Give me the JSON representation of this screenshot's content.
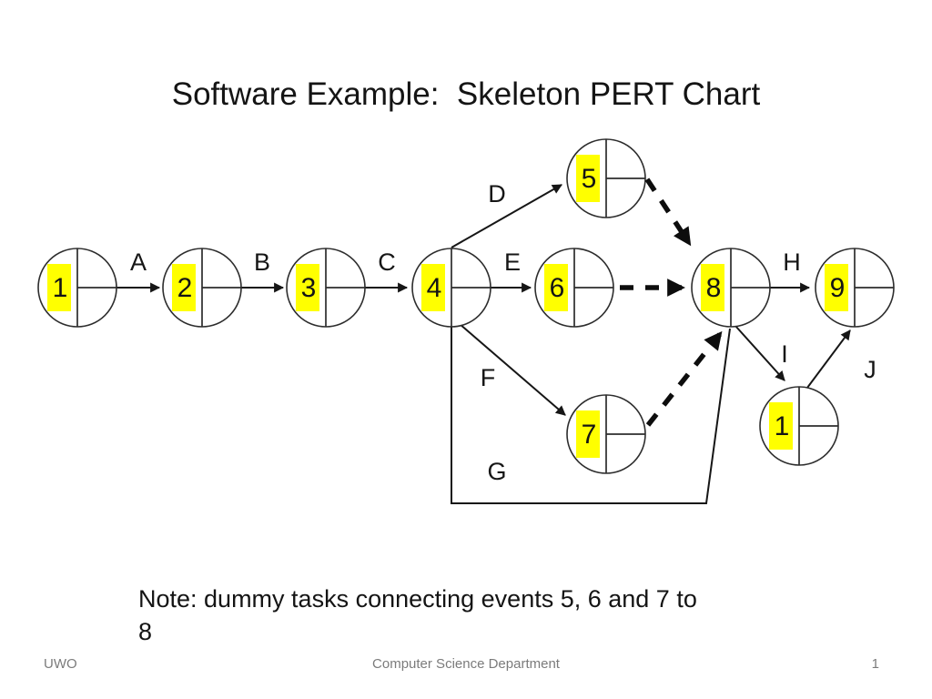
{
  "slide": {
    "title": "Software Example:  Skeleton PERT Chart",
    "note": {
      "lines": [
        "Note: dummy tasks connecting events 5, 6 and 7 to",
        "8"
      ]
    },
    "footer": {
      "left": "UWO",
      "center": "Computer Science Department",
      "page_number": "1"
    }
  },
  "diagram": {
    "type": "pert-chart",
    "nodes": [
      {
        "label": "1"
      },
      {
        "label": "2"
      },
      {
        "label": "3"
      },
      {
        "label": "4"
      },
      {
        "label": "5"
      },
      {
        "label": "6"
      },
      {
        "label": "7"
      },
      {
        "label": "8"
      },
      {
        "label": "9"
      },
      {
        "label": "1"
      }
    ],
    "edges": [
      {
        "label": "A",
        "from": "1",
        "to": "2",
        "type": "task"
      },
      {
        "label": "B",
        "from": "2",
        "to": "3",
        "type": "task"
      },
      {
        "label": "C",
        "from": "3",
        "to": "4",
        "type": "task"
      },
      {
        "label": "D",
        "from": "4",
        "to": "5",
        "type": "task"
      },
      {
        "label": "E",
        "from": "4",
        "to": "6",
        "type": "task"
      },
      {
        "label": "F",
        "from": "4",
        "to": "7",
        "type": "task"
      },
      {
        "label": "G",
        "from": "4",
        "to": "8",
        "type": "task"
      },
      {
        "label": "H",
        "from": "8",
        "to": "9",
        "type": "task"
      },
      {
        "label": "I",
        "from": "8",
        "to": "10",
        "type": "task"
      },
      {
        "label": "J",
        "from": "10",
        "to": "9",
        "type": "task"
      },
      {
        "label": "",
        "from": "5",
        "to": "8",
        "type": "dummy"
      },
      {
        "label": "",
        "from": "6",
        "to": "8",
        "type": "dummy"
      },
      {
        "label": "",
        "from": "7",
        "to": "8",
        "type": "dummy"
      }
    ],
    "colors": {
      "highlight": "#ffff00",
      "line": "#161616",
      "footer_text": "#7b7b7b"
    }
  }
}
